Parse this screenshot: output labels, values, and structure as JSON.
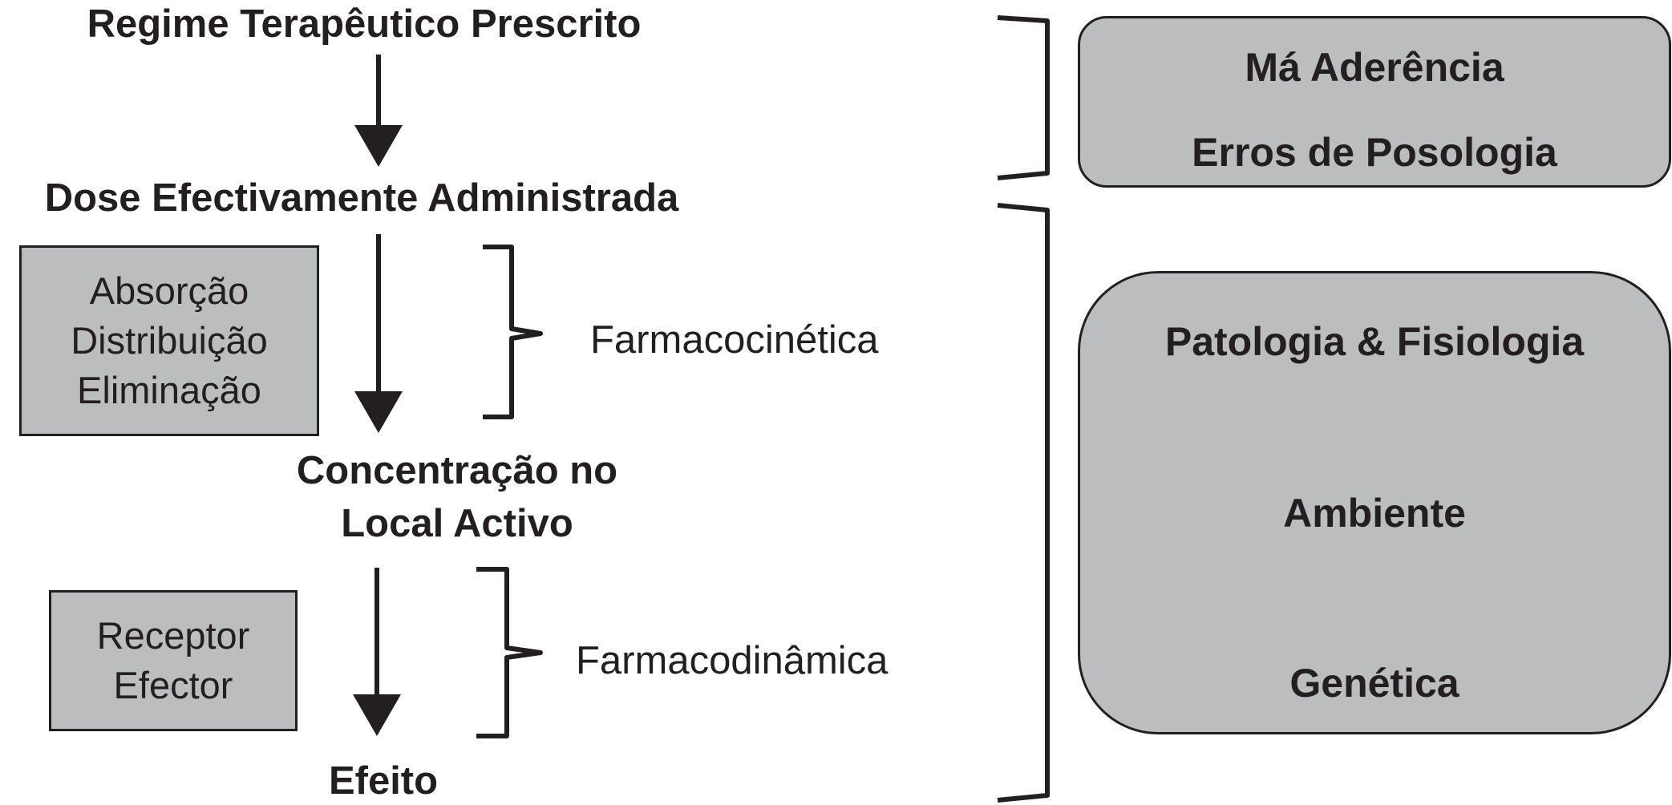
{
  "flow": {
    "step1": "Regime Terapêutico Prescrito",
    "step2": "Dose Efectivamente Administrada",
    "step3_line1": "Concentração no",
    "step3_line2": "Local Activo",
    "step4": "Efeito"
  },
  "pk_box": {
    "line1": "Absorção",
    "line2": "Distribuição",
    "line3": "Eliminação"
  },
  "pd_box": {
    "line1": "Receptor",
    "line2": "Efector"
  },
  "brackets": {
    "pk_label": "Farmacocinética",
    "pd_label": "Farmacodinâmica"
  },
  "right_top_box": {
    "item1": "Má Aderência",
    "item2": "Erros de Posologia"
  },
  "right_bottom_box": {
    "item1": "Patologia & Fisiologia",
    "item2": "Ambiente",
    "item3": "Genética"
  },
  "colors": {
    "box_fill": "#bcbdbf",
    "ink": "#231f20"
  }
}
